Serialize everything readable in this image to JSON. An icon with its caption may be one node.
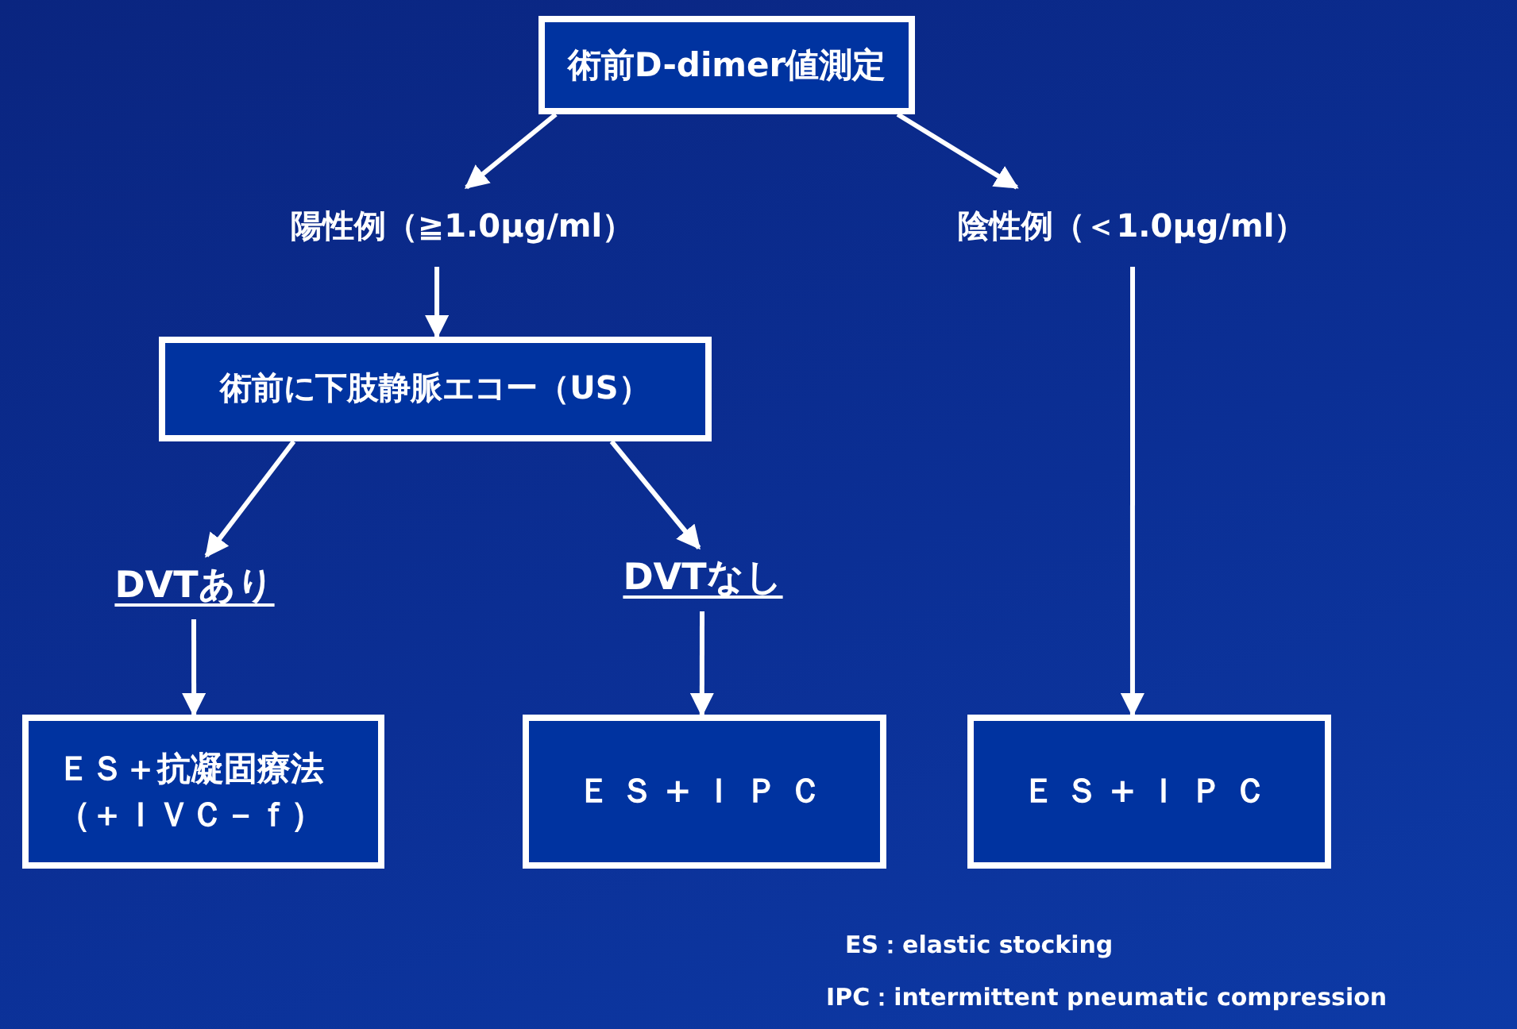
{
  "diagram": {
    "nodes": [
      {
        "text": [
          "術前D-dimer値測定"
        ]
      },
      {
        "text": [
          "陽性例（≧1.0μg/ml）"
        ]
      },
      {
        "text": [
          "陰性例（＜1.0μg/ml）"
        ]
      },
      {
        "text": [
          "術前に下肢静脈エコー（US）"
        ]
      },
      {
        "text": [
          "DVTあり"
        ]
      },
      {
        "text": [
          "DVTなし"
        ]
      },
      {
        "text": [
          "ＥＳ＋抗凝固療法（＋ＩＶＣ－ｆ）"
        ]
      },
      {
        "text": [
          "ＥＳ+ＩＰＣ"
        ]
      },
      {
        "text": [
          "ＥＳ+ＩＰＣ"
        ]
      }
    ],
    "edges": [
      {
        "from": 0,
        "to": 1,
        "arrow": "to"
      },
      {
        "from": 0,
        "to": 2,
        "arrow": "to"
      },
      {
        "from": 1,
        "to": 3,
        "arrow": "to"
      },
      {
        "from": 3,
        "to": 4,
        "arrow": "to"
      },
      {
        "from": 3,
        "to": 5,
        "arrow": "to"
      },
      {
        "from": 4,
        "to": 6,
        "arrow": "to"
      },
      {
        "from": 5,
        "to": 7,
        "arrow": "to"
      },
      {
        "from": 2,
        "to": 8,
        "arrow": "to"
      }
    ],
    "labels": [
      "ES：elastic stocking",
      "IPC：intermittent pneumatic compression"
    ]
  }
}
